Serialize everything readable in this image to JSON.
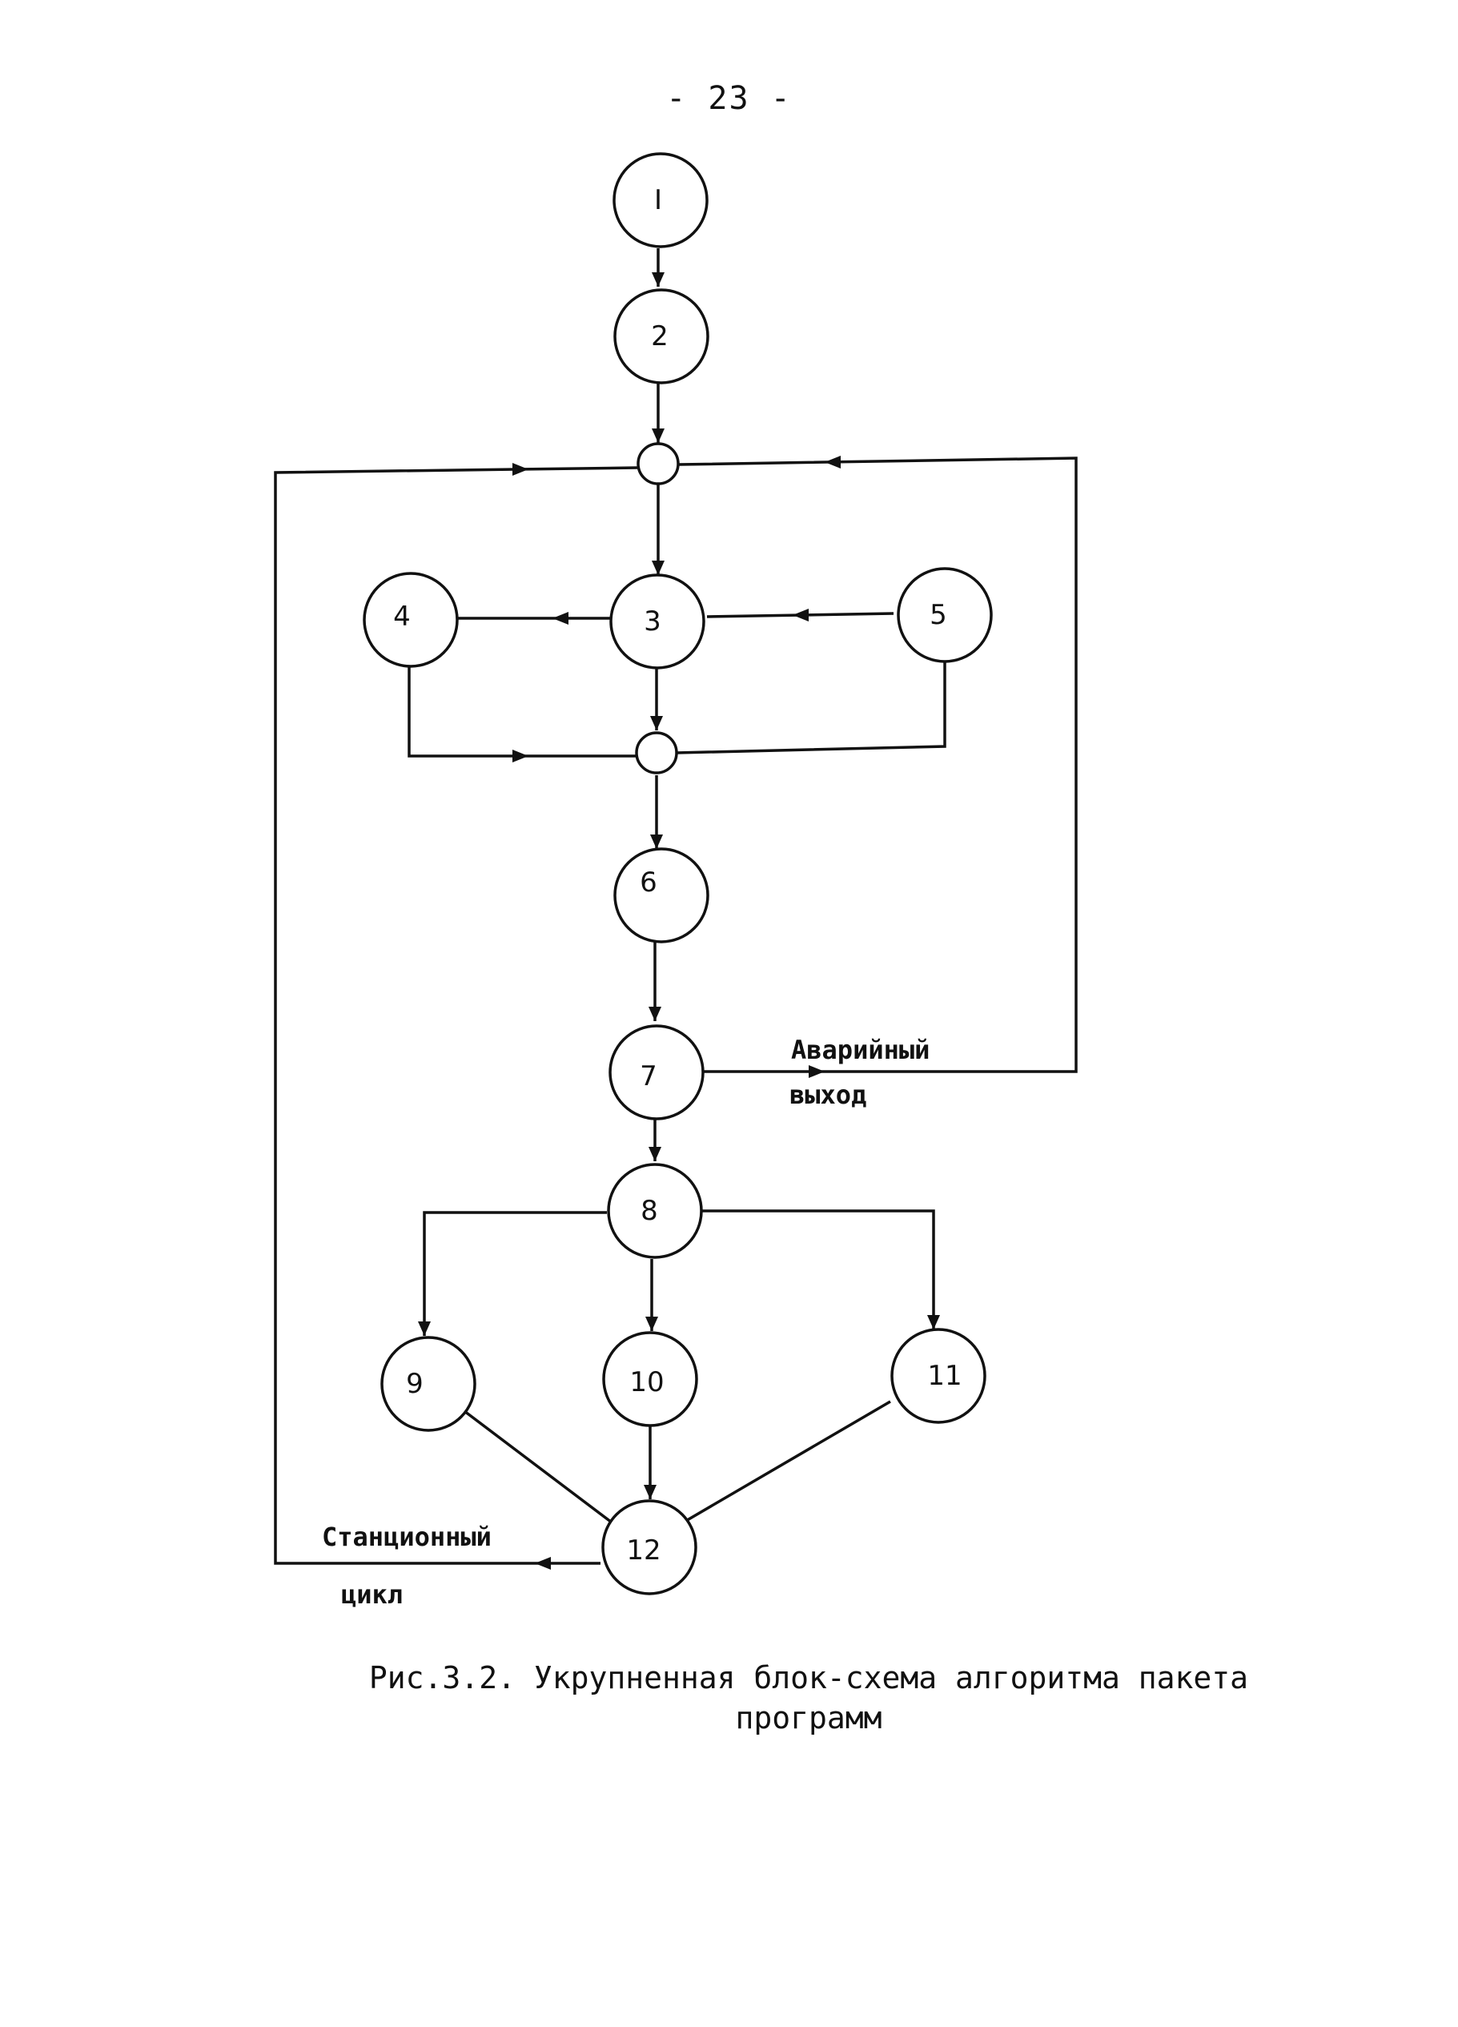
{
  "page": {
    "number": "- 23 -"
  },
  "diagram": {
    "nodes": [
      {
        "id": "n1",
        "label": "I"
      },
      {
        "id": "n2",
        "label": "2"
      },
      {
        "id": "n3",
        "label": "3"
      },
      {
        "id": "n4",
        "label": "4"
      },
      {
        "id": "n5",
        "label": "5"
      },
      {
        "id": "n6",
        "label": "6"
      },
      {
        "id": "n7",
        "label": "7"
      },
      {
        "id": "n8",
        "label": "8"
      },
      {
        "id": "n9",
        "label": "9"
      },
      {
        "id": "n10",
        "label": "10"
      },
      {
        "id": "n11",
        "label": "11"
      },
      {
        "id": "n12",
        "label": "12"
      }
    ],
    "edges": [
      {
        "from": "n1",
        "to": "n2"
      },
      {
        "from": "n2",
        "to": "junction-top"
      },
      {
        "from": "junction-top",
        "to": "n3"
      },
      {
        "from": "n3",
        "to": "n4"
      },
      {
        "from": "n5",
        "to": "n3"
      },
      {
        "from": "n3",
        "to": "junction-mid"
      },
      {
        "from": "n4",
        "to": "junction-mid"
      },
      {
        "from": "n5",
        "to": "junction-mid"
      },
      {
        "from": "junction-mid",
        "to": "n6"
      },
      {
        "from": "n6",
        "to": "n7"
      },
      {
        "from": "n7",
        "to": "junction-top",
        "label": "emergency_exit"
      },
      {
        "from": "n7",
        "to": "n8"
      },
      {
        "from": "n8",
        "to": "n9"
      },
      {
        "from": "n8",
        "to": "n10"
      },
      {
        "from": "n8",
        "to": "n11"
      },
      {
        "from": "n9",
        "to": "n12"
      },
      {
        "from": "n10",
        "to": "n12"
      },
      {
        "from": "n11",
        "to": "n12"
      },
      {
        "from": "n12",
        "to": "junction-top",
        "label": "station_cycle"
      }
    ],
    "labels": {
      "emergency_exit": {
        "line1": "Аварийный",
        "line2": "выход"
      },
      "station_cycle": {
        "line1": "Станционный",
        "line2": "цикл"
      }
    }
  },
  "caption": {
    "line1": "Рис.3.2. Укрупненная блок-схема алгоритма пакета",
    "line2": "программ"
  }
}
